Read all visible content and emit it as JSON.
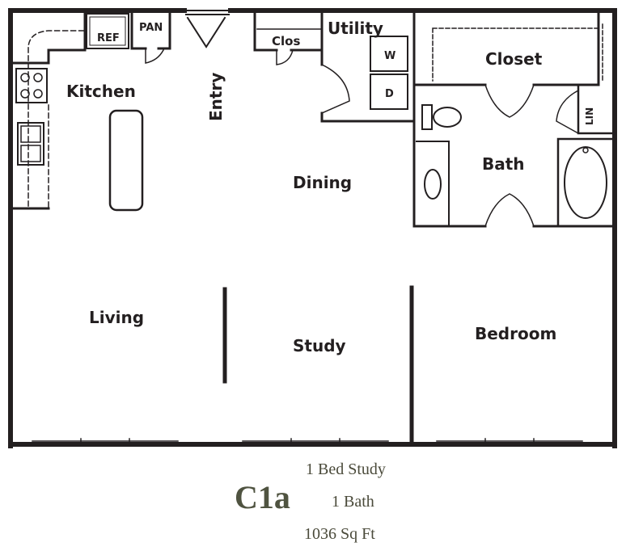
{
  "rooms": {
    "kitchen": "Kitchen",
    "entry": "Entry",
    "dining": "Dining",
    "living": "Living",
    "study": "Study",
    "bedroom": "Bedroom",
    "bath": "Bath",
    "closet": "Closet",
    "utility": "Utility"
  },
  "fixtures": {
    "ref": "REF",
    "pan": "PAN",
    "clos": "Clos",
    "washer": "W",
    "dryer": "D",
    "lin": "LIN"
  },
  "caption": {
    "unit_name": "C1a",
    "beds": "1 Bed Study",
    "baths": "1 Bath",
    "area": "1036 Sq Ft"
  },
  "colors": {
    "wall": "#231f20",
    "caption_title": "#4f5340",
    "caption_text": "#4a4a3a"
  }
}
